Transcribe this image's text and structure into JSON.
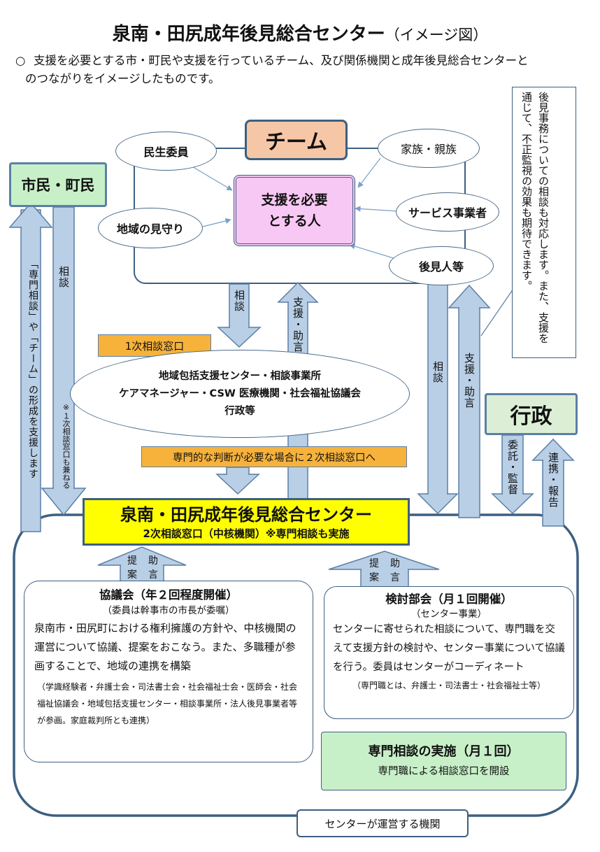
{
  "title": {
    "main": "泉南・田尻成年後見総合センター",
    "sub": "（イメージ図）"
  },
  "intro": {
    "mark": "○",
    "line1": "支援を必要とする市・町民や支援を行っているチーム、及び関係機関と成年後見総合センターと",
    "line2": "のつながりをイメージしたものです。"
  },
  "team": {
    "label": "チーム",
    "minsei": "民生委員",
    "family": "家族・親族",
    "community": "地域の見守り",
    "service": "サービス事業者",
    "guardian": "後見人等",
    "person_line1": "支援を必要",
    "person_line2": "とする人"
  },
  "note": "後見事務についての相談も対応します。また、支援を通じて、不正監視の効果も期待できます。",
  "citizens": {
    "label": "市民・町民",
    "left_arrow_text": "「専門相談」や「チーム」の形成を支援します",
    "right_arrow_text": "相談",
    "right_arrow_note": "※１次相談窓口も兼ねる"
  },
  "arrows": {
    "team_down": "相談",
    "team_up": "支援・助言",
    "right_down": "相談",
    "right_up": "支援・助言",
    "gov_down": "委託・監督",
    "gov_up": "連携・報告"
  },
  "primary": {
    "label": "1次相談窓口",
    "line1": "地域包括支援センター・相談事業所",
    "line2": "ケアマネージャー・CSW 医療機関・社会福祉協議会",
    "line3": "行政等",
    "banner": "専門的な判断が必要な場合に２次相談窓口へ"
  },
  "government": {
    "label": "行政"
  },
  "center": {
    "name": "泉南・田尻成年後見総合センター",
    "sub": "2次相談窓口（中核機関）※専門相談も実施",
    "advice_left_1": "提",
    "advice_left_2": "案",
    "advice_left_3": "助",
    "advice_left_4": "言",
    "footer": "センターが運営する機関"
  },
  "council": {
    "title": "協議会（年２回程度開催）",
    "note": "（委員は幹事市の市長が委嘱）",
    "body": "泉南市・田尻町における権利擁護の方針や、中核機関の運営について協議、提案をおこなう。また、多職種が参画することで、地域の連携を構築",
    "members": "（学識経験者・弁護士会・司法書士会・社会福祉士会・医師会・社会福祉協議会・地域包括支援センター・相談事業所・法人後見事業者等が参画。家庭裁判所とも連携）"
  },
  "review": {
    "title": "検討部会（月１回開催）",
    "note": "（センター事業）",
    "body": "センターに寄せられた相談について、専門職を交えて支援方針の検討や、センター事業について協議を行う。委員はセンターがコーディネート",
    "members": "（専門職とは、弁護士・司法書士・社会福祉士等）"
  },
  "consult": {
    "title": "専門相談の実施（月１回）",
    "body": "専門職による相談窓口を開設"
  },
  "colors": {
    "arrow_fill": "#b9cfe6",
    "arrow_stroke": "#5b7fa6",
    "team_label": "#f6c7a7",
    "person_box": "#f8c8f4",
    "green_box": "#c8f0c8",
    "orange_label": "#f7b23b",
    "center_yellow": "#ffff00",
    "frame": "#3d5f80"
  }
}
